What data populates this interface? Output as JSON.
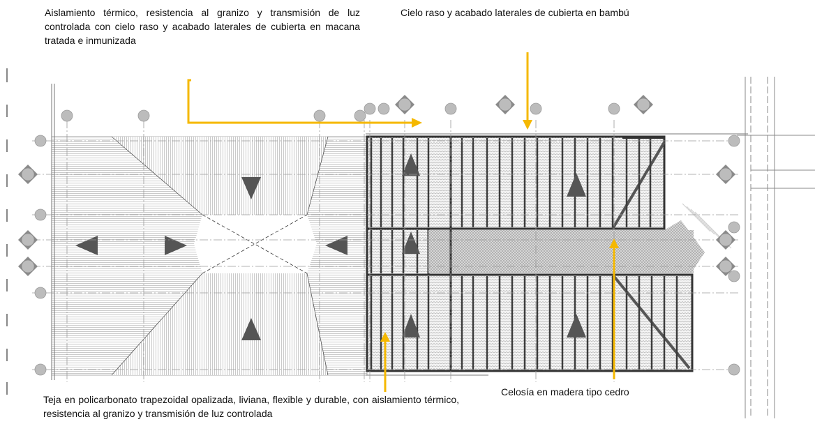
{
  "annotations": {
    "top_left": "Aislamiento térmico, resistencia al granizo y transmisión de luz controlada con cielo raso y acabado laterales de cubierta en macana tratada e inmunizada",
    "top_right": "Cielo raso y acabado laterales de cubierta en bambú",
    "bottom_left": "Teja en policarbonato trapezoidal opalizada, liviana, flexible y durable, con aislamiento térmico, resistencia al granizo y transmisión de luz controlada",
    "bottom_right": "Celosía en madera tipo cedro"
  },
  "colors": {
    "leader": "#F5B800",
    "roof_fill": "#5a5a5a",
    "hatch": "#bdbdbd",
    "frame": "#4a4a4a",
    "grid_bubble": "#bcbcbc"
  }
}
